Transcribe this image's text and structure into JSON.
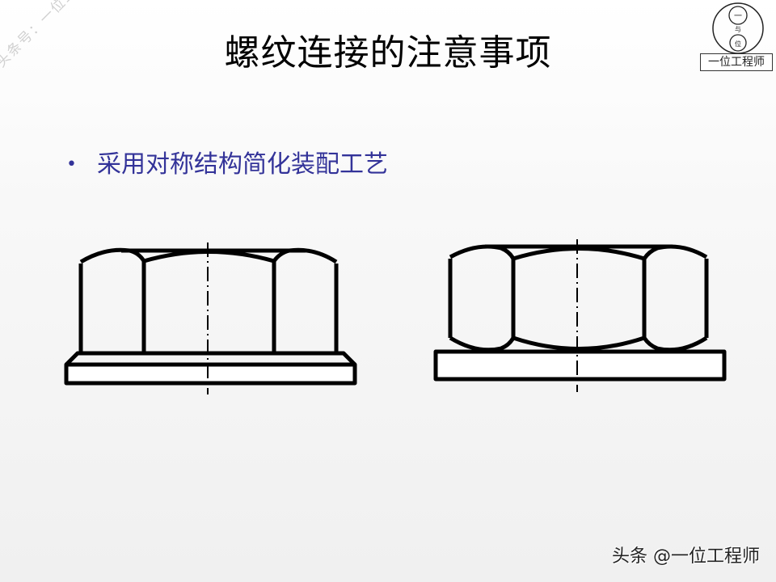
{
  "slide": {
    "title": "螺纹连接的注意事项",
    "bullets": [
      {
        "marker": "•",
        "text": "采用对称结构简化装配工艺"
      }
    ],
    "colors": {
      "title": "#000000",
      "bullet_text": "#333399",
      "drawing_stroke": "#000000",
      "background_top": "#ffffff",
      "background_bottom": "#f0f0f0"
    }
  },
  "figures": [
    {
      "id": "nut-asymmetric",
      "description": "Hex nut with chamfered top only, seated on washer with bevel"
    },
    {
      "id": "nut-symmetric",
      "description": "Hex nut chamfered on both ends, seated on flat washer"
    }
  ],
  "watermarks": {
    "diagonal": "头条号：一位工程师",
    "logo_top": "一",
    "logo_mid": "与",
    "logo_bottom": "位",
    "logo_caption": "一位工程师",
    "footer": "头条 @一位工程师"
  }
}
